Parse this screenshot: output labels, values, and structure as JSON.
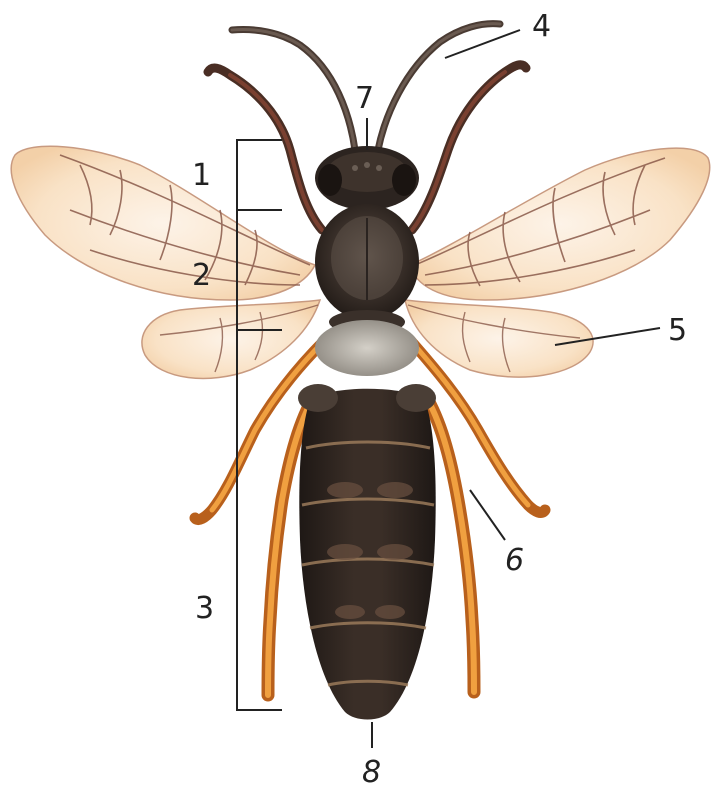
{
  "figure": {
    "subject": "bee-anatomy",
    "callouts": [
      {
        "id": "1",
        "label": "1"
      },
      {
        "id": "2",
        "label": "2"
      },
      {
        "id": "3",
        "label": "3"
      },
      {
        "id": "4",
        "label": "4"
      },
      {
        "id": "5",
        "label": "5"
      },
      {
        "id": "6",
        "label": "6"
      },
      {
        "id": "7",
        "label": "7"
      },
      {
        "id": "8",
        "label": "8"
      }
    ]
  },
  "colors": {
    "body_dark": "#2a2320",
    "body_mid": "#4a3b33",
    "leg_orange": "#e0892a",
    "leg_dark": "#b8601c",
    "wing_fill": "#fbe8d4",
    "wing_vein": "#8a5a4a",
    "thorax_hair": "#b9b5ad",
    "abdomen_band": "#9a7a5a",
    "text": "#222222"
  }
}
